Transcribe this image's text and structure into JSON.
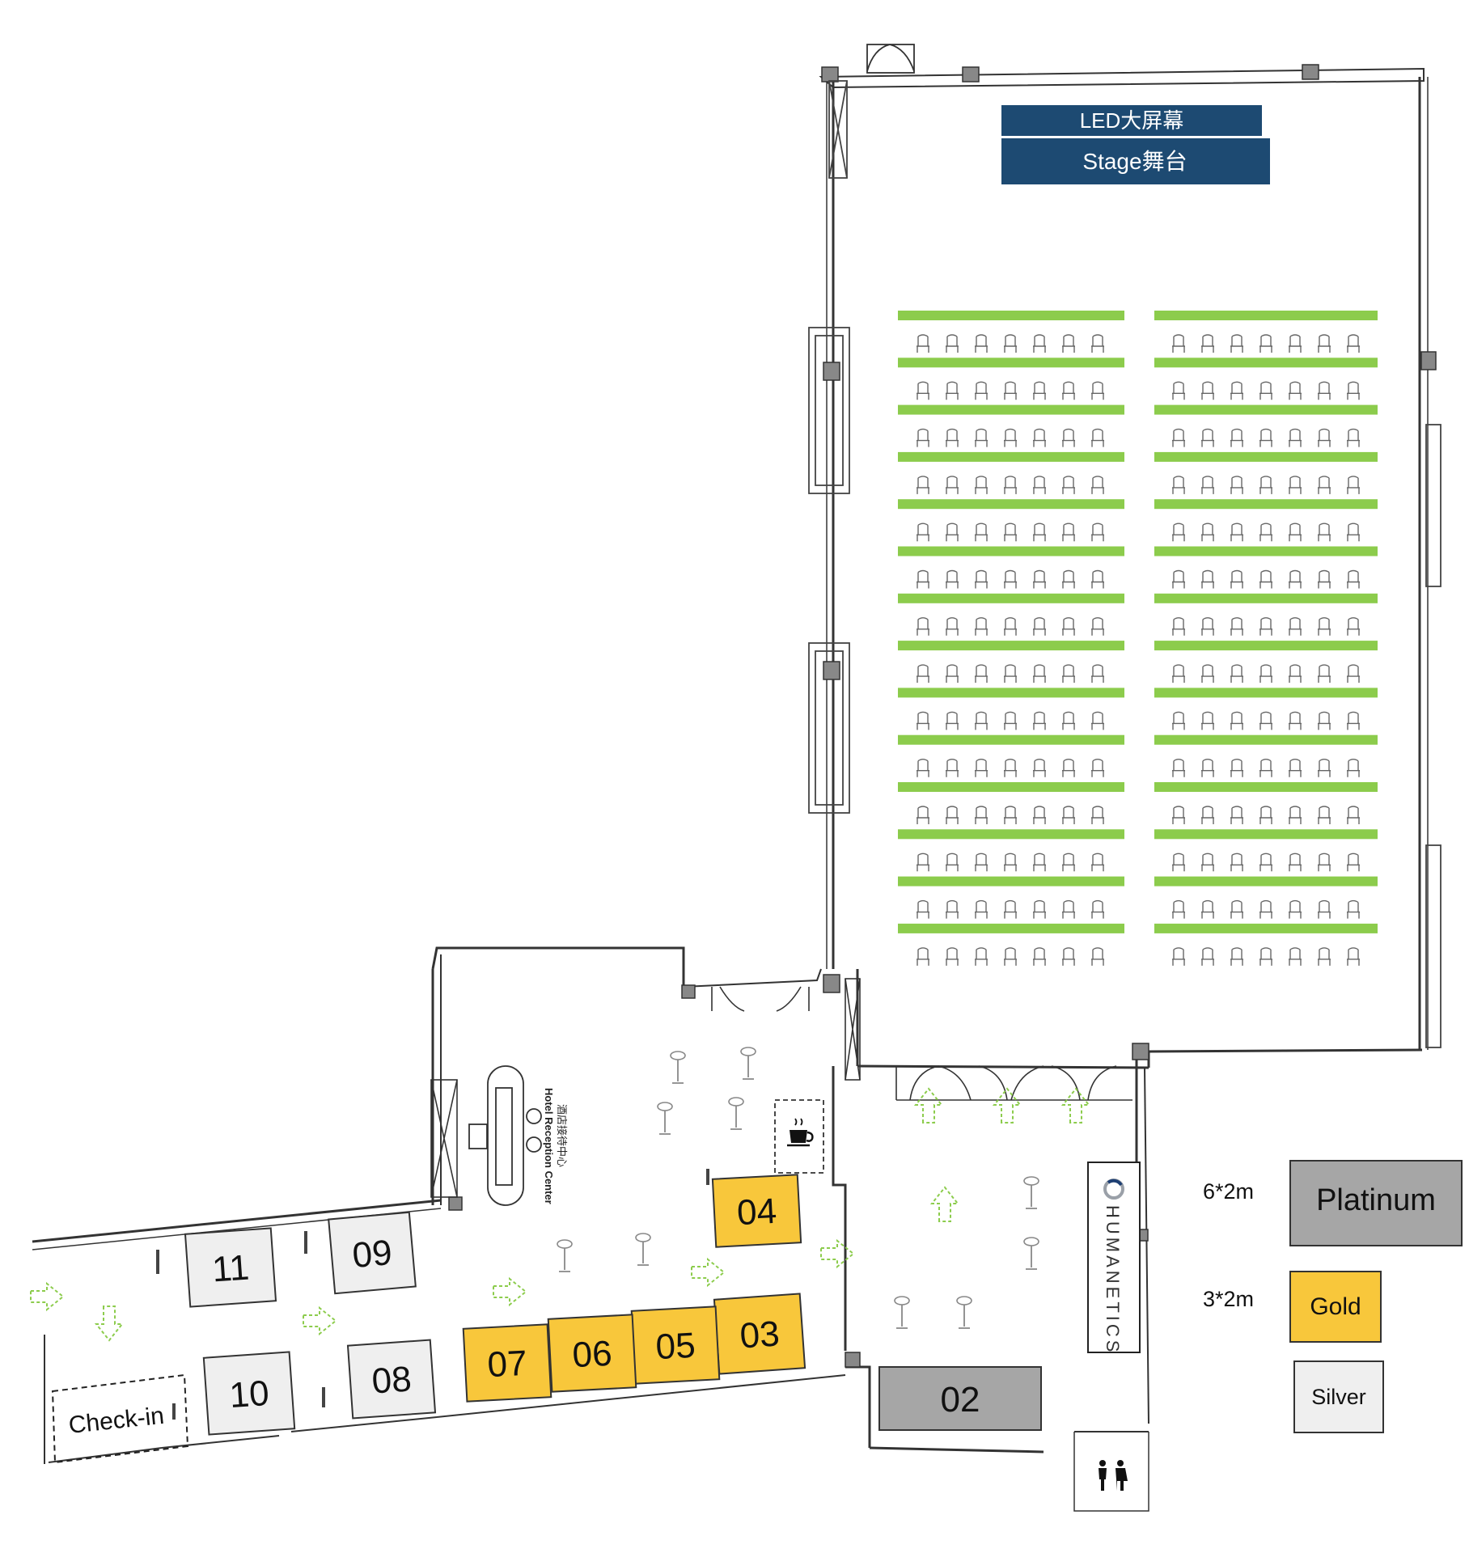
{
  "stage": {
    "led_label": "LED大屏幕",
    "stage_label": "Stage舞台",
    "color": "#1d4a72"
  },
  "seating": {
    "row_color": "#8ccc4c",
    "blocks": 2,
    "rows_per_block": 14,
    "chairs_per_row": 7
  },
  "booths": [
    {
      "id": "02",
      "tier": "platinum"
    },
    {
      "id": "03",
      "tier": "gold"
    },
    {
      "id": "04",
      "tier": "gold"
    },
    {
      "id": "05",
      "tier": "gold"
    },
    {
      "id": "06",
      "tier": "gold"
    },
    {
      "id": "07",
      "tier": "gold"
    },
    {
      "id": "08",
      "tier": "silver"
    },
    {
      "id": "09",
      "tier": "silver"
    },
    {
      "id": "10",
      "tier": "silver"
    },
    {
      "id": "11",
      "tier": "silver"
    }
  ],
  "tier_colors": {
    "platinum": "#a6a6a6",
    "gold": "#f8c73b",
    "silver": "#efefef"
  },
  "check_in_label": "Check-in",
  "reception_label_cn": "酒店接待中心",
  "reception_label_en": "Hotel Reception Center",
  "sponsor_logo_text": "HUMANETICS",
  "legend": {
    "platinum": {
      "size": "6*2m",
      "label": "Platinum"
    },
    "gold": {
      "size": "3*2m",
      "label": "Gold"
    },
    "silver": {
      "label": "Silver"
    }
  },
  "icons": {
    "coffee": "coffee-cup-icon",
    "restroom": "restroom-icon",
    "flow": "direction-arrow-icon",
    "stool": "bar-stool-icon",
    "chair": "chair-icon",
    "door": "door-swing-icon"
  },
  "arrow_color": "#8ccc4c"
}
